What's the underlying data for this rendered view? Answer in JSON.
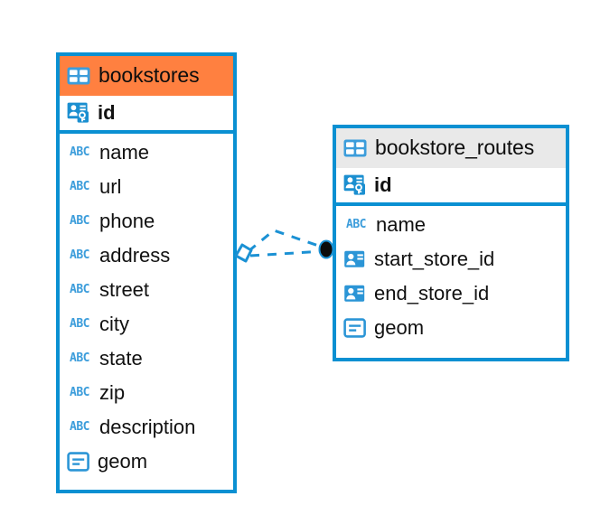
{
  "diagram": {
    "type": "entity-relationship-diagram",
    "background_color": "#ffffff",
    "accent_color": "#0a90d2",
    "highlight_color": "#ff8040"
  },
  "entities": [
    {
      "name": "bookstores",
      "header_style": "accent-orange",
      "table_icon": "table-icon",
      "primary_keys": [
        {
          "label": "id",
          "icon": "primary-key-icon",
          "type": "pk"
        }
      ],
      "fields": [
        {
          "label": "name",
          "icon": "abc-icon",
          "type": "text"
        },
        {
          "label": "url",
          "icon": "abc-icon",
          "type": "text"
        },
        {
          "label": "phone",
          "icon": "abc-icon",
          "type": "text"
        },
        {
          "label": "address",
          "icon": "abc-icon",
          "type": "text"
        },
        {
          "label": "street",
          "icon": "abc-icon",
          "type": "text"
        },
        {
          "label": "city",
          "icon": "abc-icon",
          "type": "text"
        },
        {
          "label": "state",
          "icon": "abc-icon",
          "type": "text"
        },
        {
          "label": "zip",
          "icon": "abc-icon",
          "type": "text"
        },
        {
          "label": "description",
          "icon": "abc-icon",
          "type": "text"
        },
        {
          "label": "geom",
          "icon": "geometry-icon",
          "type": "geometry"
        }
      ]
    },
    {
      "name": "bookstore_routes",
      "header_style": "accent-gray",
      "table_icon": "table-icon",
      "primary_keys": [
        {
          "label": "id",
          "icon": "primary-key-icon",
          "type": "pk"
        }
      ],
      "fields": [
        {
          "label": "name",
          "icon": "abc-icon",
          "type": "text"
        },
        {
          "label": "start_store_id",
          "icon": "foreign-key-icon",
          "type": "fk"
        },
        {
          "label": "end_store_id",
          "icon": "foreign-key-icon",
          "type": "fk"
        },
        {
          "label": "geom",
          "icon": "geometry-icon",
          "type": "geometry"
        }
      ]
    }
  ],
  "relationship": {
    "name": "bookstores-to-bookstore_routes",
    "line_style": "dashed",
    "color": "#0a90d2",
    "source_marker": "diamond-marker",
    "target_marker": "filled-circle-marker"
  },
  "abc_icon_text": "ABC"
}
